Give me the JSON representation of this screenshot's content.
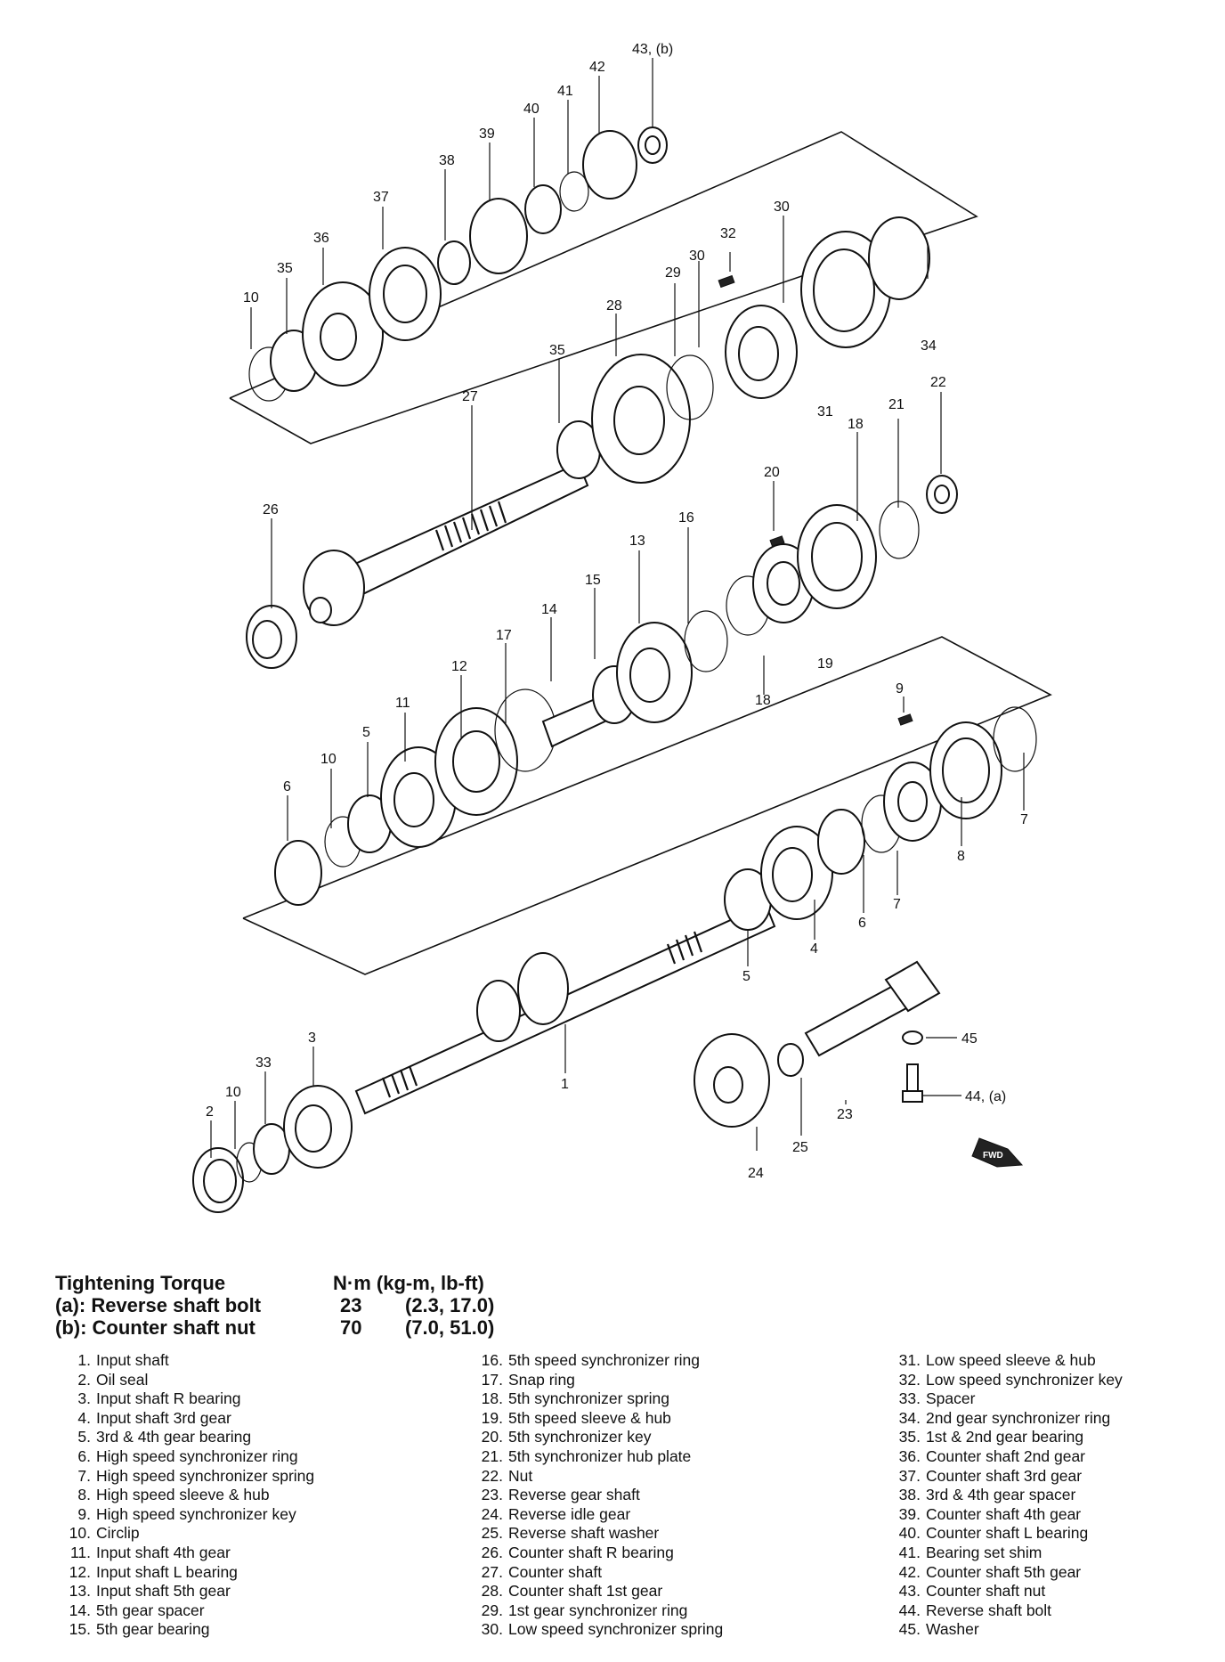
{
  "callouts": {
    "c1": "1",
    "c2": "2",
    "c3": "3",
    "c4": "4",
    "c5a": "5",
    "c5b": "5",
    "c6a": "6",
    "c6b": "6",
    "c7a": "7",
    "c7b": "7",
    "c8": "8",
    "c9": "9",
    "c10a": "10",
    "c10b": "10",
    "c10c": "10",
    "c11": "11",
    "c12": "12",
    "c13": "13",
    "c14": "14",
    "c15": "15",
    "c16": "16",
    "c17": "17",
    "c18a": "18",
    "c18b": "18",
    "c19": "19",
    "c20": "20",
    "c21": "21",
    "c22": "22",
    "c23": "23",
    "c24": "24",
    "c25": "25",
    "c26": "26",
    "c27": "27",
    "c28": "28",
    "c29": "29",
    "c30a": "30",
    "c30b": "30",
    "c31": "31",
    "c32": "32",
    "c33": "33",
    "c34": "34",
    "c35a": "35",
    "c35b": "35",
    "c36": "36",
    "c37": "37",
    "c38": "38",
    "c39": "39",
    "c40": "40",
    "c41": "41",
    "c42": "42",
    "c43": "43, (b)",
    "c44": "44, (a)",
    "c45": "45",
    "fwd": "FWD"
  },
  "torque": {
    "header": {
      "label": "Tightening Torque",
      "unit": "N·m (kg-m, lb-ft)"
    },
    "rows": [
      {
        "label": "(a):  Reverse shaft bolt",
        "nm": "23",
        "alt": "(2.3, 17.0)"
      },
      {
        "label": "(b):  Counter shaft nut",
        "nm": "70",
        "alt": "(7.0, 51.0)"
      }
    ]
  },
  "legend": [
    {
      "n": "1.",
      "t": "Input shaft"
    },
    {
      "n": "2.",
      "t": "Oil seal"
    },
    {
      "n": "3.",
      "t": "Input shaft R bearing"
    },
    {
      "n": "4.",
      "t": "Input shaft 3rd gear"
    },
    {
      "n": "5.",
      "t": "3rd & 4th gear bearing"
    },
    {
      "n": "6.",
      "t": "High speed synchronizer ring"
    },
    {
      "n": "7.",
      "t": "High speed synchronizer spring"
    },
    {
      "n": "8.",
      "t": "High speed sleeve & hub"
    },
    {
      "n": "9.",
      "t": "High speed synchronizer key"
    },
    {
      "n": "10.",
      "t": "Circlip"
    },
    {
      "n": "11.",
      "t": "Input shaft 4th gear"
    },
    {
      "n": "12.",
      "t": "Input shaft L bearing"
    },
    {
      "n": "13.",
      "t": "Input shaft 5th gear"
    },
    {
      "n": "14.",
      "t": "5th gear spacer"
    },
    {
      "n": "15.",
      "t": "5th gear bearing"
    },
    {
      "n": "16.",
      "t": "5th speed synchronizer ring"
    },
    {
      "n": "17.",
      "t": "Snap ring"
    },
    {
      "n": "18.",
      "t": "5th synchronizer spring"
    },
    {
      "n": "19.",
      "t": "5th speed sleeve & hub"
    },
    {
      "n": "20.",
      "t": "5th synchronizer key"
    },
    {
      "n": "21.",
      "t": "5th synchronizer hub plate"
    },
    {
      "n": "22.",
      "t": "Nut"
    },
    {
      "n": "23.",
      "t": "Reverse gear shaft"
    },
    {
      "n": "24.",
      "t": "Reverse idle gear"
    },
    {
      "n": "25.",
      "t": "Reverse shaft washer"
    },
    {
      "n": "26.",
      "t": "Counter shaft R bearing"
    },
    {
      "n": "27.",
      "t": "Counter shaft"
    },
    {
      "n": "28.",
      "t": "Counter shaft 1st gear"
    },
    {
      "n": "29.",
      "t": "1st gear synchronizer ring"
    },
    {
      "n": "30.",
      "t": "Low speed synchronizer spring"
    },
    {
      "n": "31.",
      "t": "Low speed sleeve & hub"
    },
    {
      "n": "32.",
      "t": "Low speed synchronizer key"
    },
    {
      "n": "33.",
      "t": "Spacer"
    },
    {
      "n": "34.",
      "t": "2nd gear synchronizer ring"
    },
    {
      "n": "35.",
      "t": "1st & 2nd gear bearing"
    },
    {
      "n": "36.",
      "t": "Counter shaft 2nd gear"
    },
    {
      "n": "37.",
      "t": "Counter shaft 3rd gear"
    },
    {
      "n": "38.",
      "t": "3rd & 4th gear spacer"
    },
    {
      "n": "39.",
      "t": "Counter shaft 4th gear"
    },
    {
      "n": "40.",
      "t": "Counter shaft L bearing"
    },
    {
      "n": "41.",
      "t": "Bearing set shim"
    },
    {
      "n": "42.",
      "t": "Counter shaft 5th gear"
    },
    {
      "n": "43.",
      "t": "Counter shaft nut"
    },
    {
      "n": "44.",
      "t": "Reverse shaft bolt"
    },
    {
      "n": "45.",
      "t": "Washer"
    }
  ]
}
